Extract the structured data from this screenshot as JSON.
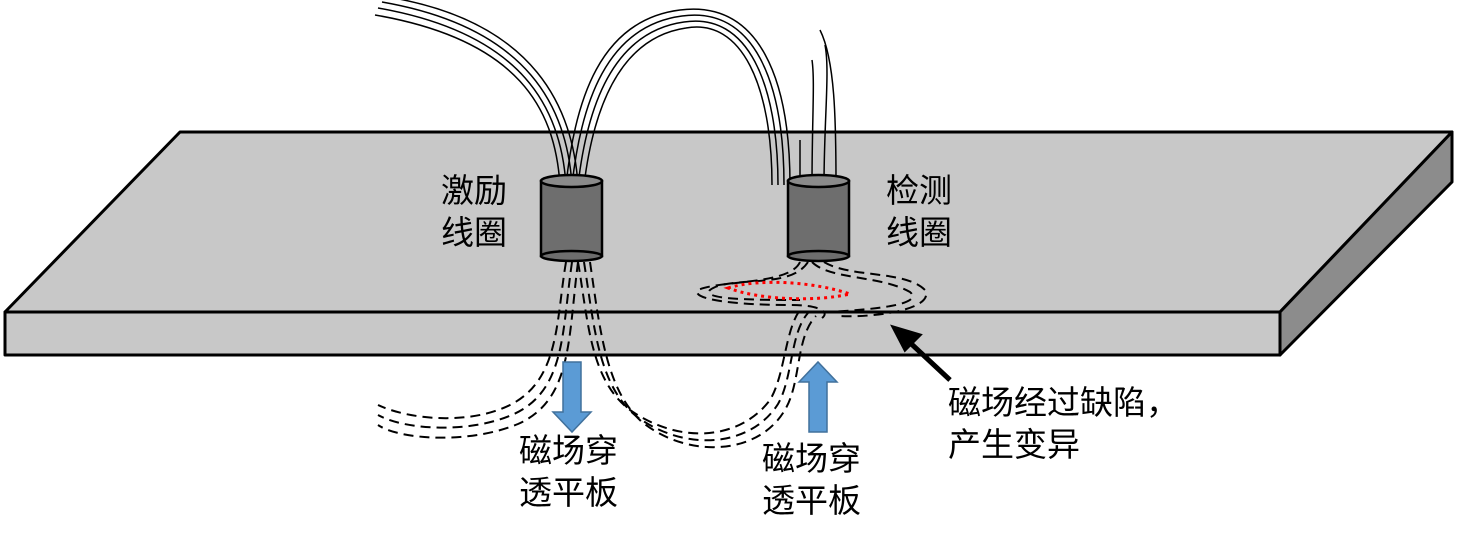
{
  "labels": {
    "excitation_coil": [
      "激励",
      "线圈"
    ],
    "detection_coil": [
      "检测",
      "线圈"
    ],
    "field_through_plate_left": [
      "磁场穿",
      "透平板"
    ],
    "field_through_plate_right": [
      "磁场穿",
      "透平板"
    ],
    "defect_annotation": [
      "磁场经过缺陷，",
      "产生变异"
    ]
  },
  "colors": {
    "plate_top": "#c8c8c8",
    "plate_front": "#c8c8c8",
    "plate_side": "#8c8c8c",
    "coil_body": "#6e6e6e",
    "coil_top": "#8a8a8a",
    "arrow_fill": "#5b9bd5",
    "defect": "#ff0000",
    "outline": "#000000"
  }
}
